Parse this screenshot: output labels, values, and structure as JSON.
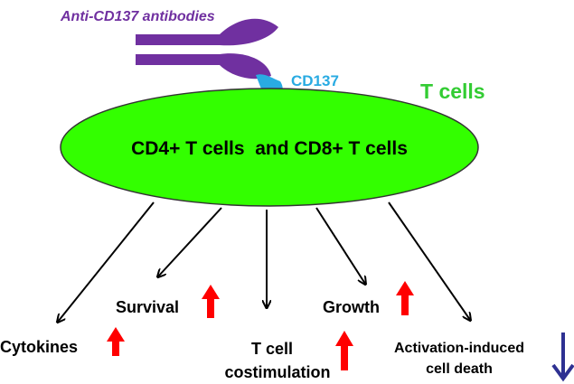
{
  "antibody_label": "Anti-CD137 antibodies",
  "receptor_label": "CD137",
  "population_label": "T cells",
  "cell_label": "CD4+ T cells  and CD8+ T cells",
  "outcomes": {
    "cytokines": "Cytokines",
    "survival": "Survival",
    "costim_line1": "T cell",
    "costim_line2": "costimulation",
    "growth": "Growth",
    "aicd_line1": "Activation-induced",
    "aicd_line2": "cell death"
  },
  "colors": {
    "antibody": "#7030a0",
    "receptor": "#29abe2",
    "population_label": "#33cc33",
    "cell_fill": "#33ff00",
    "increase_arrow": "#ff0000",
    "decrease_arrow": "#2e3192"
  },
  "effects": {
    "cytokines": "increase",
    "survival": "increase",
    "t_cell_costimulation": "increase",
    "growth": "increase",
    "activation_induced_cell_death": "decrease"
  }
}
